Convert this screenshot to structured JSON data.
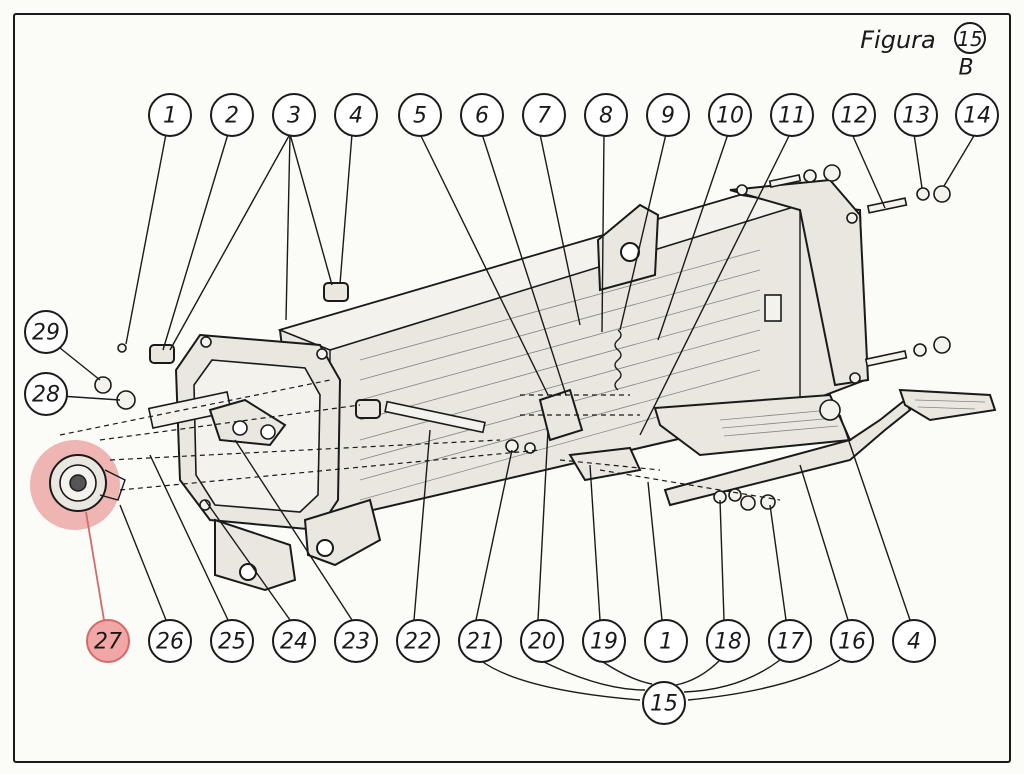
{
  "figure": {
    "label": "Figura",
    "number": "15",
    "suffix": "B"
  },
  "highlight_color": "#e37c7c",
  "callouts": [
    {
      "id": "c1",
      "text": "1"
    },
    {
      "id": "c2",
      "text": "2"
    },
    {
      "id": "c3",
      "text": "3"
    },
    {
      "id": "c4",
      "text": "4"
    },
    {
      "id": "c5",
      "text": "5"
    },
    {
      "id": "c6",
      "text": "6"
    },
    {
      "id": "c7",
      "text": "7"
    },
    {
      "id": "c8",
      "text": "8"
    },
    {
      "id": "c9",
      "text": "9"
    },
    {
      "id": "c10",
      "text": "10"
    },
    {
      "id": "c11",
      "text": "11"
    },
    {
      "id": "c12",
      "text": "12"
    },
    {
      "id": "c13",
      "text": "13"
    },
    {
      "id": "c14",
      "text": "14"
    },
    {
      "id": "c29",
      "text": "29"
    },
    {
      "id": "c28",
      "text": "28"
    },
    {
      "id": "b27",
      "text": "27",
      "highlight": true
    },
    {
      "id": "b26",
      "text": "26"
    },
    {
      "id": "b25",
      "text": "25"
    },
    {
      "id": "b24",
      "text": "24"
    },
    {
      "id": "b23",
      "text": "23"
    },
    {
      "id": "b22",
      "text": "22"
    },
    {
      "id": "b21",
      "text": "21"
    },
    {
      "id": "b20",
      "text": "20"
    },
    {
      "id": "b19",
      "text": "19"
    },
    {
      "id": "b1",
      "text": "1"
    },
    {
      "id": "b18",
      "text": "18"
    },
    {
      "id": "b17",
      "text": "17"
    },
    {
      "id": "b16",
      "text": "16"
    },
    {
      "id": "b4",
      "text": "4"
    },
    {
      "id": "b15",
      "text": "15"
    }
  ]
}
